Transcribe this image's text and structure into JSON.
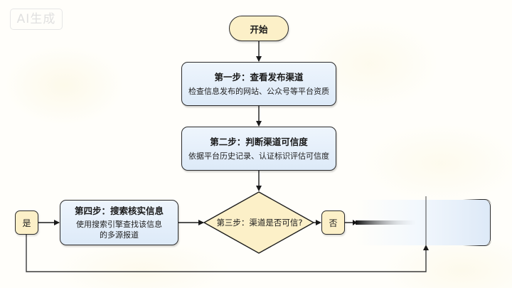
{
  "watermark": "AI生成",
  "flowchart": {
    "start": {
      "label": "开始"
    },
    "step1": {
      "title": "第一步：查看发布渠道",
      "description": "检查信息发布的网站、公众号等平台资质"
    },
    "step2": {
      "title": "第二步：判断渠道可信度",
      "description": "依据平台历史记录、认证标识评估可信度"
    },
    "decision": {
      "label": "第三步：渠道是否可信?"
    },
    "yes": {
      "label": "是"
    },
    "no": {
      "label": "否"
    },
    "step4": {
      "title": "第四步：搜索核实信息",
      "description_line1": "使用搜索引擎查找该信息",
      "description_line2": "的多源报道"
    }
  },
  "colors": {
    "step_fill": "#e3eef9",
    "terminal_fill": "#fcf0c8",
    "decision_fill": "#fcf0c8",
    "stroke": "#2b2b2b"
  }
}
